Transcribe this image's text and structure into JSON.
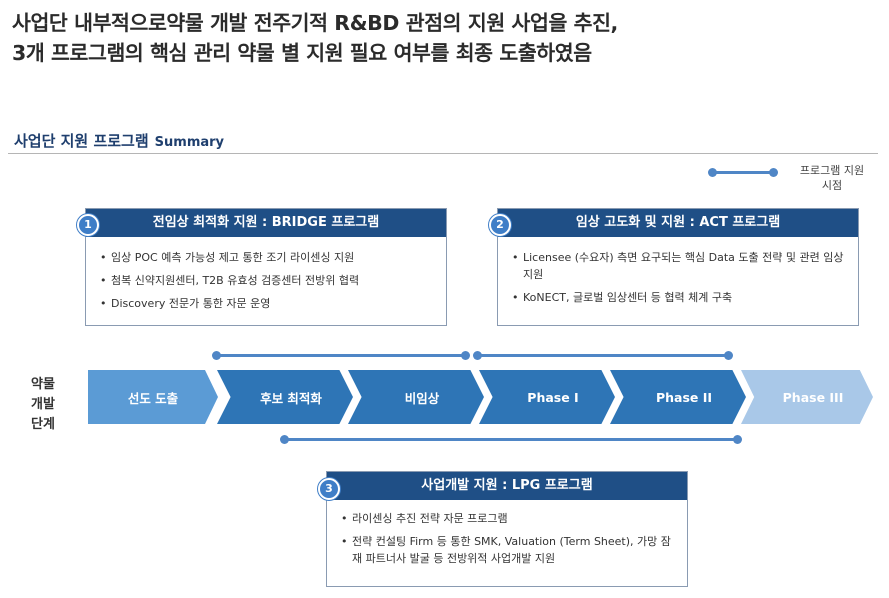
{
  "headline": {
    "line1": "사업단 내부적으로약물 개발 전주기적 R&BD 관점의 지원 사업을 추진,",
    "line2": "3개 프로그램의 핵심 관리 약물 별 지원 필요 여부를 최종 도출하였음"
  },
  "section": {
    "title": "사업단 지원 프로그램",
    "title_en": "Summary"
  },
  "legend": {
    "line1": "프로그램 지원",
    "line2": "시점"
  },
  "programs": [
    {
      "number": "1",
      "title": "전임상 최적화 지원 : BRIDGE 프로그램",
      "items": [
        "임상 POC 예측 가능성 제고 통한 조기 라이센싱 지원",
        "첨복 신약지원센터, T2B 유효성 검증센터 전방위 협력",
        "Discovery 전문가 통한 자문 운영"
      ]
    },
    {
      "number": "2",
      "title": "임상 고도화 및 지원 : ACT 프로그램",
      "items": [
        "Licensee (수요자) 측면 요구되는 핵심 Data 도출 전략 및 관련 임상 지원",
        "KoNECT, 글로벌 임상센터 등 협력 체계 구축"
      ]
    },
    {
      "number": "3",
      "title": "사업개발 지원 : LPG 프로그램",
      "items": [
        "라이센싱 추진 전략 자문 프로그램",
        "전략 컨설팅 Firm 등 통한 SMK, Valuation (Term Sheet), 가망 잠재 파트너사 발굴 등 전방위적 사업개발 지원"
      ]
    }
  ],
  "stage_label": {
    "line1": "약물",
    "line2": "개발",
    "line3": "단계"
  },
  "stages": [
    "선도 도출",
    "후보 최적화",
    "비임상",
    "Phase I",
    "Phase II",
    "Phase III"
  ],
  "colors": {
    "header": "#1f4f86",
    "stage_light": "#5b9bd5",
    "stage_dark": "#2e75b6",
    "stage_faded": "#a9c8e8",
    "timeline": "#4f86c6"
  }
}
